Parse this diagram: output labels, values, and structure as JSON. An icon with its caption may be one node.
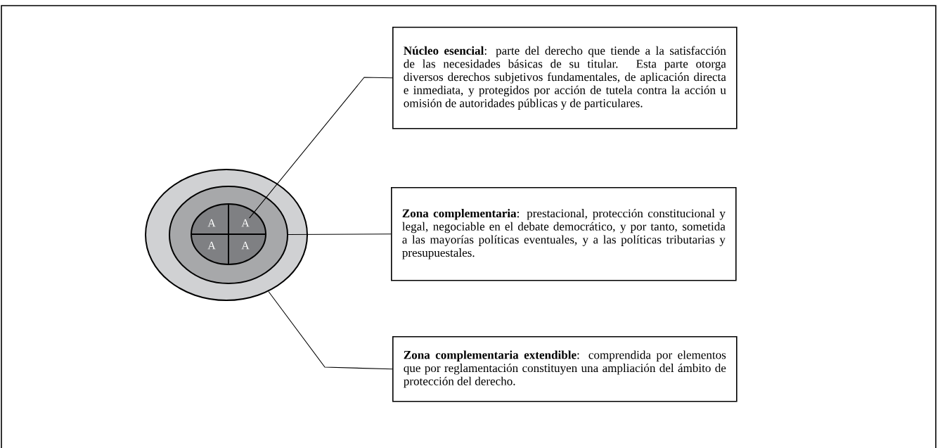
{
  "diagram": {
    "nodes": [
      {
        "text": [],
        "shape": "circle"
      },
      {
        "text": [],
        "shape": "circle",
        "in": 0
      },
      {
        "text": [],
        "shape": "circle",
        "in": 1
      },
      {
        "text": [
          "A"
        ],
        "in": 2
      },
      {
        "text": [
          "A"
        ],
        "in": 2
      },
      {
        "text": [
          "A"
        ],
        "in": 2
      },
      {
        "text": [
          "A"
        ],
        "in": 2
      },
      {
        "text": [
          "**Núcleo esencial**: parte del derecho que tiende a la satisfacción de las necesidades básicas de su titular. Esta parte otorga diversos derechos subjetivos fundamentales, de aplicación directa e inmediata, y protegidos por acción de tutela contra la acción u omisión de autoridades públicas y de particulares."
        ]
      },
      {
        "text": [
          "**Zona complementaria**: prestacional, protección constitucional y legal, negociable en el debate democrático, y por tanto, sometida a las mayorías políticas eventuales, y a las políticas tributarias y presupuestales."
        ]
      },
      {
        "text": [
          "**Zona complementaria extendible**: comprendida por elementos que por reglamentación constituyen una ampliación del ámbito de protección del derecho."
        ]
      }
    ],
    "edges": [
      {
        "from": 7,
        "to": 4,
        "arrow": "none"
      },
      {
        "from": 8,
        "to": 1,
        "arrow": "none"
      },
      {
        "from": 9,
        "to": 0,
        "arrow": "none"
      }
    ]
  }
}
